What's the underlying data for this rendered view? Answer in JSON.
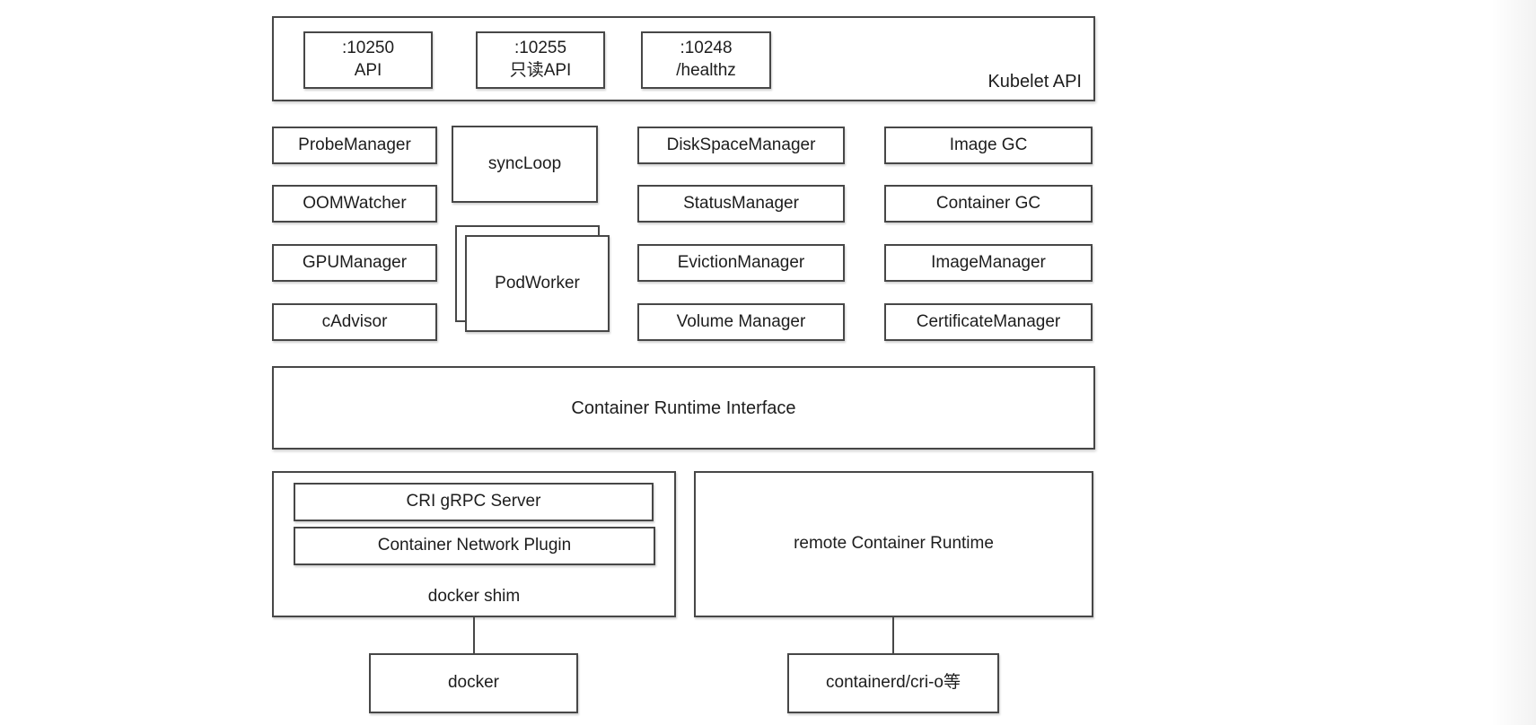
{
  "kubelet_api": {
    "label": "Kubelet API",
    "ports": [
      {
        "port": ":10250",
        "desc": "API"
      },
      {
        "port": ":10255",
        "desc": "只读API"
      },
      {
        "port": ":10248",
        "desc": "/healthz"
      }
    ]
  },
  "managers": {
    "left": [
      "ProbeManager",
      "OOMWatcher",
      "GPUManager",
      "cAdvisor"
    ],
    "sync_loop": "syncLoop",
    "pod_worker": "PodWorker",
    "middle": [
      "DiskSpaceManager",
      "StatusManager",
      "EvictionManager",
      "Volume Manager"
    ],
    "right": [
      "Image GC",
      "Container GC",
      "ImageManager",
      "CertificateManager"
    ]
  },
  "cri_label": "Container Runtime Interface",
  "docker_shim": {
    "label": "docker shim",
    "cri_grpc_server": "CRI gRPC Server",
    "container_network_plugin": "Container Network Plugin"
  },
  "remote_runtime_label": "remote Container Runtime",
  "runtimes": {
    "docker": "docker",
    "containerd": "containerd/cri-o等"
  },
  "colors": {
    "border": "#474747",
    "text": "#1d1d1d",
    "background": "#ffffff"
  }
}
